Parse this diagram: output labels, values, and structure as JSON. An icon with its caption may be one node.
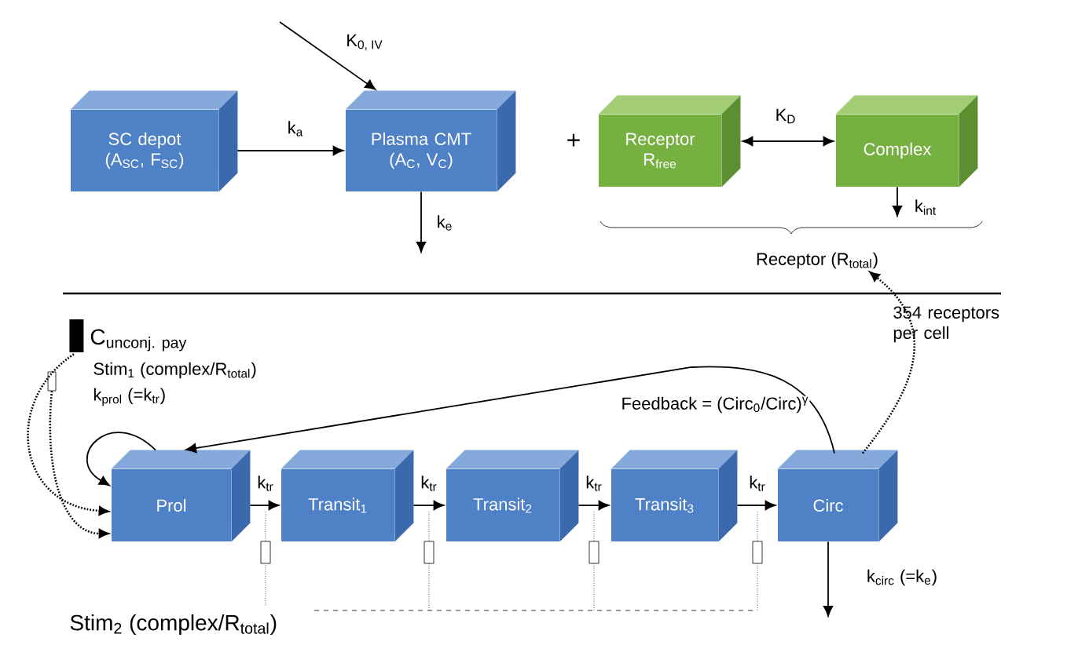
{
  "diagram": {
    "nodes": [
      {
        "text": [
          "SC depot (A$_{SC}$, F$_{SC}$)"
        ]
      },
      {
        "text": [
          "Plasma CMT (A$_{C}$, V$_{C}$)"
        ]
      },
      {
        "text": [
          "Receptor R$_{free}$"
        ]
      },
      {
        "text": [
          "Complex"
        ]
      },
      {
        "text": [
          "Prol"
        ]
      },
      {
        "text": [
          "Transit$_{1}$"
        ]
      },
      {
        "text": [
          "Transit$_{2}$"
        ]
      },
      {
        "text": [
          "Transit$_{3}$"
        ]
      },
      {
        "text": [
          "Circ"
        ]
      },
      {
        "text": [
          "Receptor (R$_{total}$)"
        ]
      },
      {
        "text": [
          "\\mathrm{C}_{\\mathrm{unconj.\\ pay}}"
        ]
      },
      {
        "text": [],
        "shape": "box"
      }
    ],
    "edges": [
      {
        "from": null,
        "to": 1,
        "arrow": "to",
        "label": "K$_{0, IV}$"
      },
      {
        "from": 0,
        "to": 1,
        "arrow": "to",
        "label": "k$_{a}$"
      },
      {
        "from": 1,
        "to": null,
        "arrow": "to",
        "label": "k$_{e}$"
      },
      {
        "from": 2,
        "to": 3,
        "arrow": "both",
        "label": "K$_{D}$"
      },
      {
        "from": 3,
        "to": null,
        "arrow": "to",
        "label": "k$_{int}$"
      },
      {
        "from": 8,
        "to": 9,
        "arrow": "to",
        "style": "dashed"
      },
      {
        "from": 10,
        "to": 4,
        "arrow": "to",
        "style": "dashed"
      },
      {
        "from": 11,
        "to": 4,
        "arrow": "to",
        "style": "dashed"
      },
      {
        "from": 4,
        "to": 4,
        "arrow": "to"
      },
      {
        "from": 8,
        "to": 4,
        "arrow": "to",
        "label": "Feedback = (Circ$_{0}$/Circ)$^{γ}$"
      },
      {
        "from": 4,
        "to": 5,
        "arrow": "to",
        "label": "k$_{tr}$"
      },
      {
        "from": 5,
        "to": 6,
        "arrow": "to",
        "label": "k$_{tr}$"
      },
      {
        "from": 6,
        "to": 7,
        "arrow": "to",
        "label": "k$_{tr}$"
      },
      {
        "from": 7,
        "to": 8,
        "arrow": "to",
        "label": "k$_{tr}$"
      },
      {
        "from": 8,
        "to": null,
        "arrow": "to",
        "label": "k$_{circ}$ (=k$_{e}$)"
      }
    ],
    "labels": [
      "+",
      "354 receptors per cell",
      "Stim$_{1}$ (complex/R$_{total}$)",
      "k$_{prol}$ (=k$_{tr}$)",
      "Stim$_{2}$ (complex/R$_{total}$)"
    ]
  }
}
